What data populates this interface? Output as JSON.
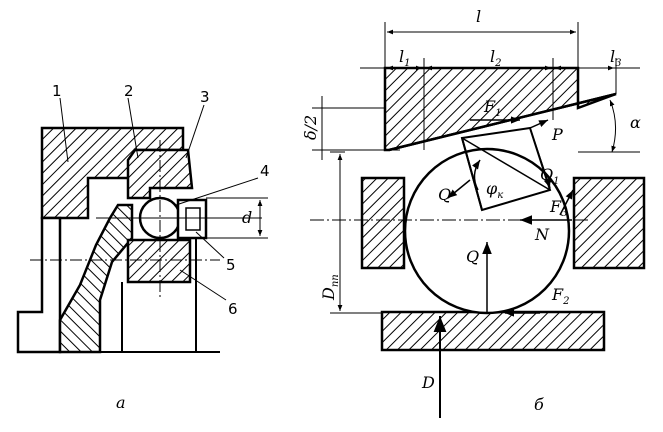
{
  "figure_a": {
    "part_labels": [
      "1",
      "2",
      "3",
      "4",
      "5",
      "6"
    ],
    "dimension_d": "d",
    "caption": "а"
  },
  "figure_b": {
    "dim_l": "l",
    "dim_l1": "l",
    "dim_l1_sub": "1",
    "dim_l2": "l",
    "dim_l2_sub": "2",
    "dim_l3": "l",
    "dim_l3_sub": "3",
    "dim_delta": "δ/2",
    "dim_alpha": "α",
    "dim_D": "D",
    "dim_D_sub": "пп",
    "force_F1": "F",
    "force_F1_sub": "1",
    "force_F2": "F",
    "force_F2_sub": "2",
    "force_F3": "F",
    "force_F3_sub": "3",
    "force_P": "P",
    "force_Q_left": "Q",
    "force_Q1": "Q",
    "force_Q1_sub": "1",
    "angle_phi": "φ",
    "angle_phi_sub": "к",
    "force_N": "N",
    "force_Q_center": "Q",
    "force_D": "D",
    "caption": "б"
  }
}
